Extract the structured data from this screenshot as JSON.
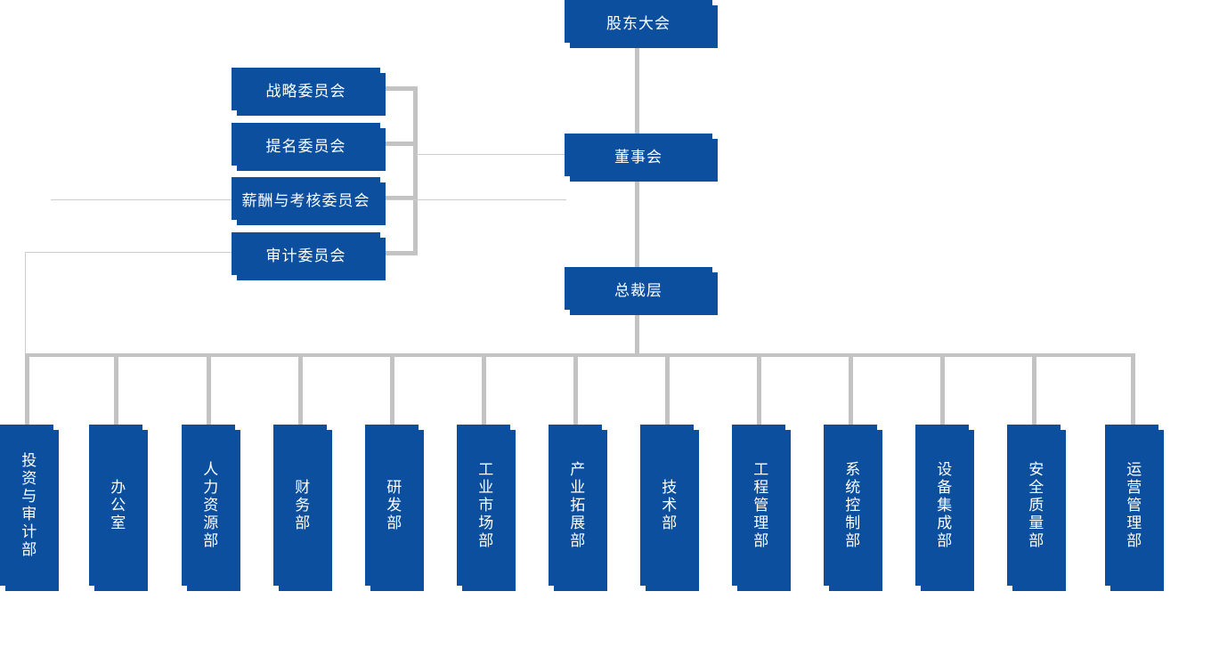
{
  "chart_data": {
    "type": "diagram",
    "title": "",
    "subtype": "organizational-chart",
    "orientation": "top-down",
    "colors": {
      "node_fill": "#0B4F9E",
      "node_text": "#FFFFFF",
      "connector_thick": "#C3C3C3",
      "connector_thin": "#CDCDCD",
      "background": "#FFFFFF"
    },
    "nodes": [
      {
        "id": "shareholders",
        "label": "股东大会",
        "level": 0
      },
      {
        "id": "board",
        "label": "董事会",
        "level": 1
      },
      {
        "id": "president",
        "label": "总裁层",
        "level": 2
      },
      {
        "id": "committee_strategy",
        "label": "战略委员会",
        "level": "committee"
      },
      {
        "id": "committee_nomination",
        "label": "提名委员会",
        "level": "committee"
      },
      {
        "id": "committee_compensation",
        "label": "薪酬与考核委员会",
        "level": "committee"
      },
      {
        "id": "committee_audit",
        "label": "审计委员会",
        "level": "committee"
      },
      {
        "id": "dept_invest_audit",
        "label": "投资与审计部",
        "level": 3
      },
      {
        "id": "dept_office",
        "label": "办公室",
        "level": 3
      },
      {
        "id": "dept_hr",
        "label": "人力资源部",
        "level": 3
      },
      {
        "id": "dept_finance",
        "label": "财务部",
        "level": 3
      },
      {
        "id": "dept_rd",
        "label": "研发部",
        "level": 3
      },
      {
        "id": "dept_industrial_market",
        "label": "工业市场部",
        "level": 3
      },
      {
        "id": "dept_industry_expand",
        "label": "产业拓展部",
        "level": 3
      },
      {
        "id": "dept_technology",
        "label": "技术部",
        "level": 3
      },
      {
        "id": "dept_engineering_mgmt",
        "label": "工程管理部",
        "level": 3
      },
      {
        "id": "dept_system_control",
        "label": "系统控制部",
        "level": 3
      },
      {
        "id": "dept_equipment_integration",
        "label": "设备集成部",
        "level": 3
      },
      {
        "id": "dept_safety_quality",
        "label": "安全质量部",
        "level": 3
      },
      {
        "id": "dept_operation_mgmt",
        "label": "运营管理部",
        "level": 3
      }
    ],
    "edges": [
      {
        "from": "shareholders",
        "to": "board"
      },
      {
        "from": "board",
        "to": "president"
      },
      {
        "from": "board",
        "to": "committee_strategy"
      },
      {
        "from": "board",
        "to": "committee_nomination"
      },
      {
        "from": "board",
        "to": "committee_compensation"
      },
      {
        "from": "board",
        "to": "committee_audit"
      },
      {
        "from": "committee_audit",
        "to": "dept_invest_audit"
      },
      {
        "from": "president",
        "to": "dept_office"
      },
      {
        "from": "president",
        "to": "dept_hr"
      },
      {
        "from": "president",
        "to": "dept_finance"
      },
      {
        "from": "president",
        "to": "dept_rd"
      },
      {
        "from": "president",
        "to": "dept_industrial_market"
      },
      {
        "from": "president",
        "to": "dept_industry_expand"
      },
      {
        "from": "president",
        "to": "dept_technology"
      },
      {
        "from": "president",
        "to": "dept_engineering_mgmt"
      },
      {
        "from": "president",
        "to": "dept_system_control"
      },
      {
        "from": "president",
        "to": "dept_equipment_integration"
      },
      {
        "from": "president",
        "to": "dept_safety_quality"
      },
      {
        "from": "president",
        "to": "dept_operation_mgmt"
      }
    ]
  },
  "top": {
    "shareholders": "股东大会",
    "board": "董事会",
    "president": "总裁层"
  },
  "committees": [
    {
      "label": "战略委员会"
    },
    {
      "label": "提名委员会"
    },
    {
      "label": "薪酬与考核委员会"
    },
    {
      "label": "审计委员会"
    }
  ],
  "departments": [
    {
      "label": "投资与审计部"
    },
    {
      "label": "办公室"
    },
    {
      "label": "人力资源部"
    },
    {
      "label": "财务部"
    },
    {
      "label": "研发部"
    },
    {
      "label": "工业市场部"
    },
    {
      "label": "产业拓展部"
    },
    {
      "label": "技术部"
    },
    {
      "label": "工程管理部"
    },
    {
      "label": "系统控制部"
    },
    {
      "label": "设备集成部"
    },
    {
      "label": "安全质量部"
    },
    {
      "label": "运营管理部"
    }
  ]
}
